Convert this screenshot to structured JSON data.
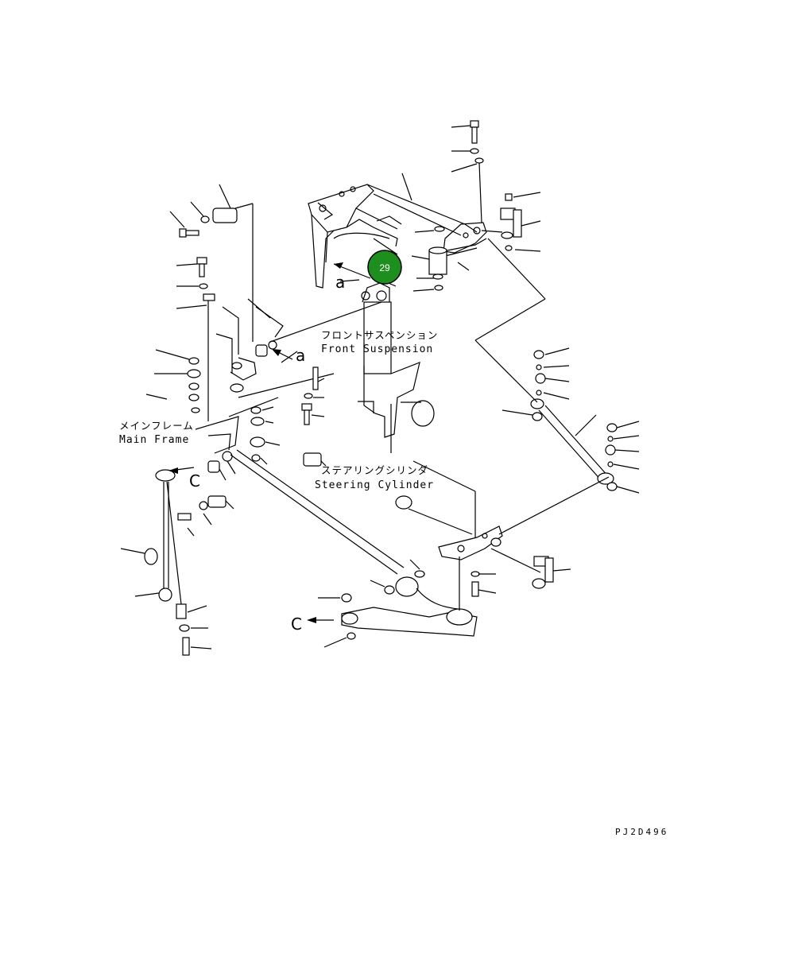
{
  "labels": {
    "front_suspension_jp": "フロントサスペンション",
    "front_suspension_en": "Front Suspension",
    "main_frame_jp": "メインフレーム",
    "main_frame_en": "Main Frame",
    "steering_cylinder_jp": "ステアリングシリンダ",
    "steering_cylinder_en": "Steering Cylinder"
  },
  "view_letters": {
    "a_upper": "a",
    "a_lower": "a",
    "c_left": "C",
    "c_bottom": "C"
  },
  "callout": {
    "number": "29",
    "color": "#1e8f1e"
  },
  "drawing_code": "PJ2D496"
}
